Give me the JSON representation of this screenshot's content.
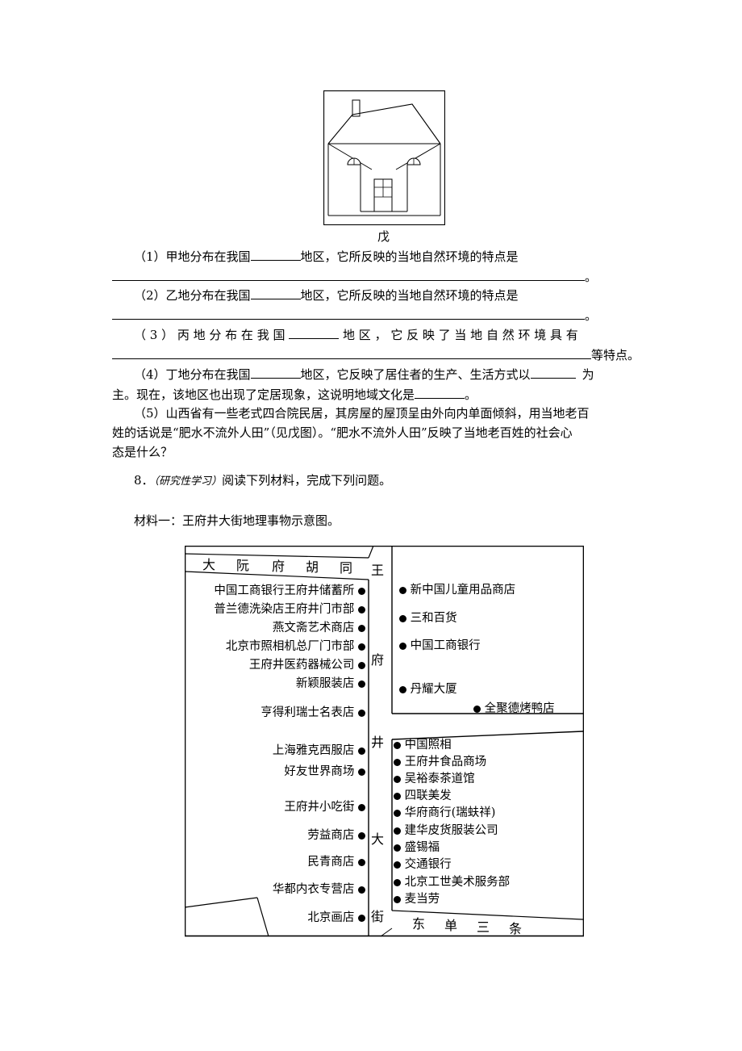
{
  "figure": {
    "caption": "戊"
  },
  "questions": [
    {
      "prefix": "（1）甲地分布在我国",
      "mid": "地区，它所反映的当地自然环境的特点是",
      "end": "。"
    },
    {
      "prefix": "（2）乙地分布在我国",
      "mid": "地区，它所反映的当地自然环境的特点是",
      "end": "。"
    },
    {
      "prefix": "（ 3 ） 丙 地 分 布 在 我 国",
      "mid": "地 区 ， 它 反 映 了 当 地 自 然 环 境 具 有",
      "end": "等特点。"
    },
    {
      "prefix": "（4）丁地分布在我国",
      "mid": "地区，它反映了居住者的生产、生活方式以",
      "mid2": "为",
      "line2a": "主。现在，该地区也出现了定居现象，这说明地域文化是",
      "line2b": "。"
    },
    {
      "line1": "（5）山西省有一些老式四合院民居，其房屋的屋顶呈由外向内单面倾斜，用当地老百",
      "line2": "姓的话说是“肥水不流外人田”（见戊图）。“肥水不流外人田”反映了当地老百姓的社会心",
      "line3": "态是什么？"
    }
  ],
  "q8": {
    "number": "8．",
    "tag": "（研究性学习）",
    "text": "阅读下列材料，完成下列问题。"
  },
  "material1": "材料一：王府井大街地理事物示意图。",
  "map": {
    "top_street": [
      "大",
      "阮",
      "府",
      "胡",
      "同"
    ],
    "bottom_street": [
      "东",
      "单",
      "三",
      "条"
    ],
    "main_street": [
      "王",
      "府",
      "井",
      "大",
      "街"
    ],
    "left_shops": [
      "中国工商银行王府井储蓄所",
      "普兰德洗染店王府井门市部",
      "燕文斋艺术商店",
      "北京市照相机总厂门市部",
      "王府井医药器械公司",
      "新颖服装店",
      "亨得利瑞士名表店",
      "上海雅克西服店",
      "好友世界商场",
      "王府井小吃街",
      "劳益商店",
      "民青商店",
      "华都内衣专营店",
      "北京画店"
    ],
    "right_upper_shops": [
      "新中国儿童用品商店",
      "三和百货",
      "中国工商银行",
      "丹耀大厦"
    ],
    "right_upper_corner": "全聚德烤鸭店",
    "right_lower_shops": [
      "中国照相",
      "王府井食品商场",
      "吴裕泰茶道馆",
      "四联美发",
      "华府商行(瑞蚨祥)",
      "建华皮货服装公司",
      "盛锡福",
      "交通银行",
      "北京工世美术服务部",
      "麦当劳"
    ]
  }
}
